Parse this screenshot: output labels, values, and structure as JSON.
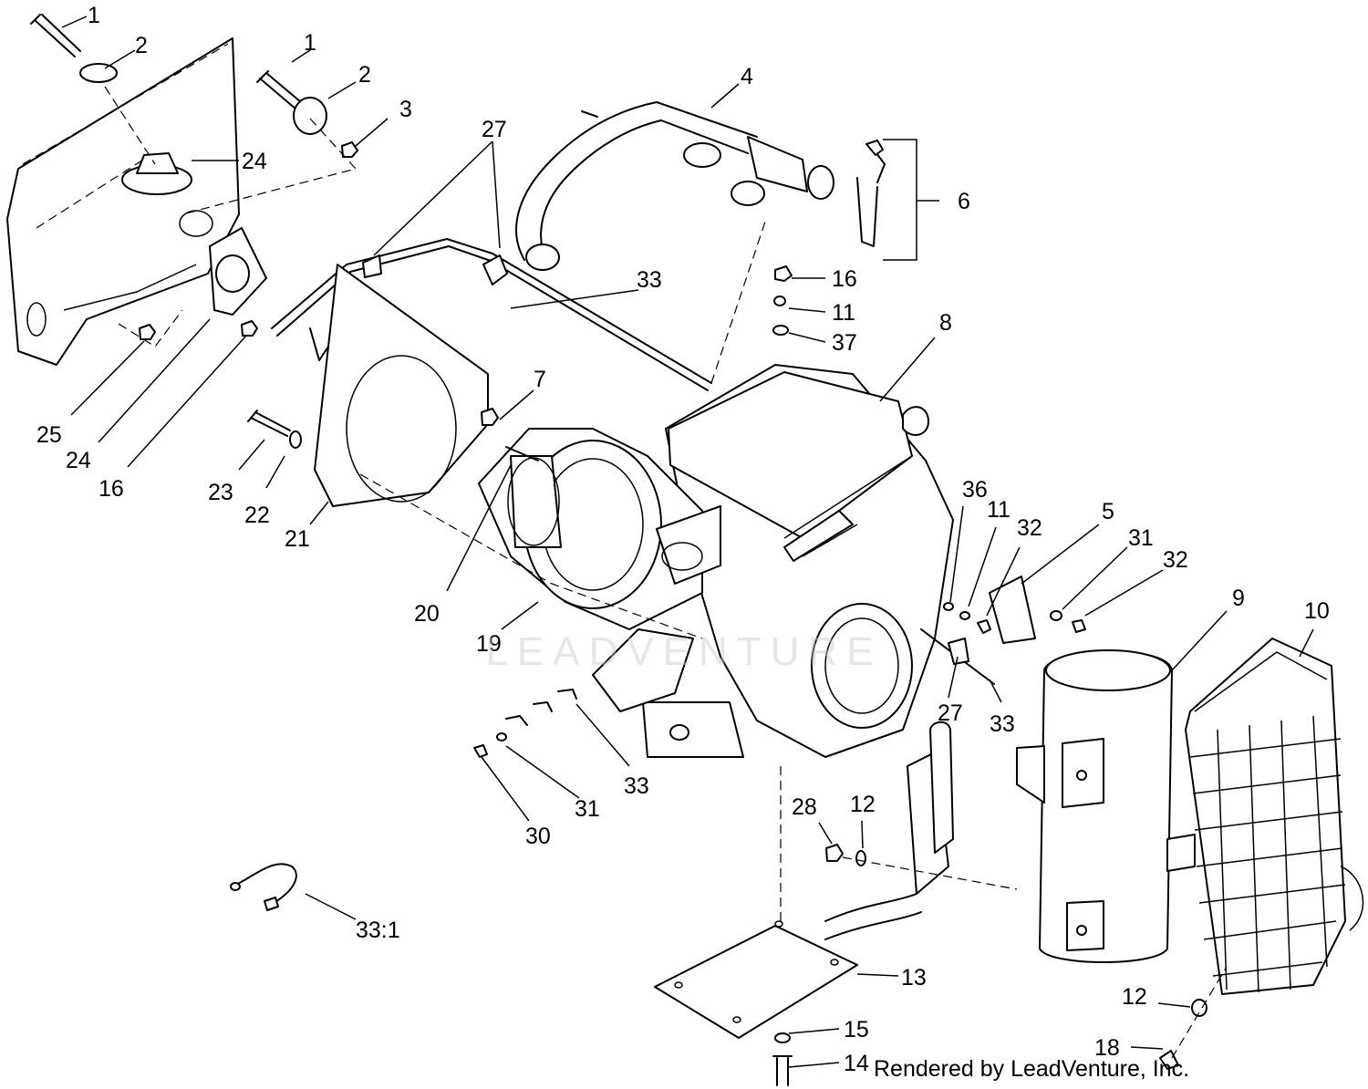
{
  "watermark": "LEADVENTURE",
  "credit": "Rendered by LeadVenture, Inc.",
  "callouts": [
    {
      "id": "c1a",
      "text": "1"
    },
    {
      "id": "c2a",
      "text": "2"
    },
    {
      "id": "c1b",
      "text": "1"
    },
    {
      "id": "c2b",
      "text": "2"
    },
    {
      "id": "c3",
      "text": "3"
    },
    {
      "id": "c4",
      "text": "4"
    },
    {
      "id": "c27a",
      "text": "27"
    },
    {
      "id": "c24a",
      "text": "24"
    },
    {
      "id": "c6",
      "text": "6"
    },
    {
      "id": "c33a",
      "text": "33"
    },
    {
      "id": "c16a",
      "text": "16"
    },
    {
      "id": "c11a",
      "text": "11"
    },
    {
      "id": "c37",
      "text": "37"
    },
    {
      "id": "c8",
      "text": "8"
    },
    {
      "id": "c7",
      "text": "7"
    },
    {
      "id": "c25",
      "text": "25"
    },
    {
      "id": "c24b",
      "text": "24"
    },
    {
      "id": "c16b",
      "text": "16"
    },
    {
      "id": "c23",
      "text": "23"
    },
    {
      "id": "c22",
      "text": "22"
    },
    {
      "id": "c21",
      "text": "21"
    },
    {
      "id": "c36",
      "text": "36"
    },
    {
      "id": "c11b",
      "text": "11"
    },
    {
      "id": "c32a",
      "text": "32"
    },
    {
      "id": "c5",
      "text": "5"
    },
    {
      "id": "c31a",
      "text": "31"
    },
    {
      "id": "c32b",
      "text": "32"
    },
    {
      "id": "c9",
      "text": "9"
    },
    {
      "id": "c10",
      "text": "10"
    },
    {
      "id": "c20",
      "text": "20"
    },
    {
      "id": "c19",
      "text": "19"
    },
    {
      "id": "c27b",
      "text": "27"
    },
    {
      "id": "c33b",
      "text": "33"
    },
    {
      "id": "c33c",
      "text": "33"
    },
    {
      "id": "c31b",
      "text": "31"
    },
    {
      "id": "c30",
      "text": "30"
    },
    {
      "id": "c28",
      "text": "28"
    },
    {
      "id": "c12a",
      "text": "12"
    },
    {
      "id": "c33_1",
      "text": "33:1"
    },
    {
      "id": "c13",
      "text": "13"
    },
    {
      "id": "c12b",
      "text": "12"
    },
    {
      "id": "c15",
      "text": "15"
    },
    {
      "id": "c18",
      "text": "18"
    },
    {
      "id": "c14",
      "text": "14"
    }
  ]
}
